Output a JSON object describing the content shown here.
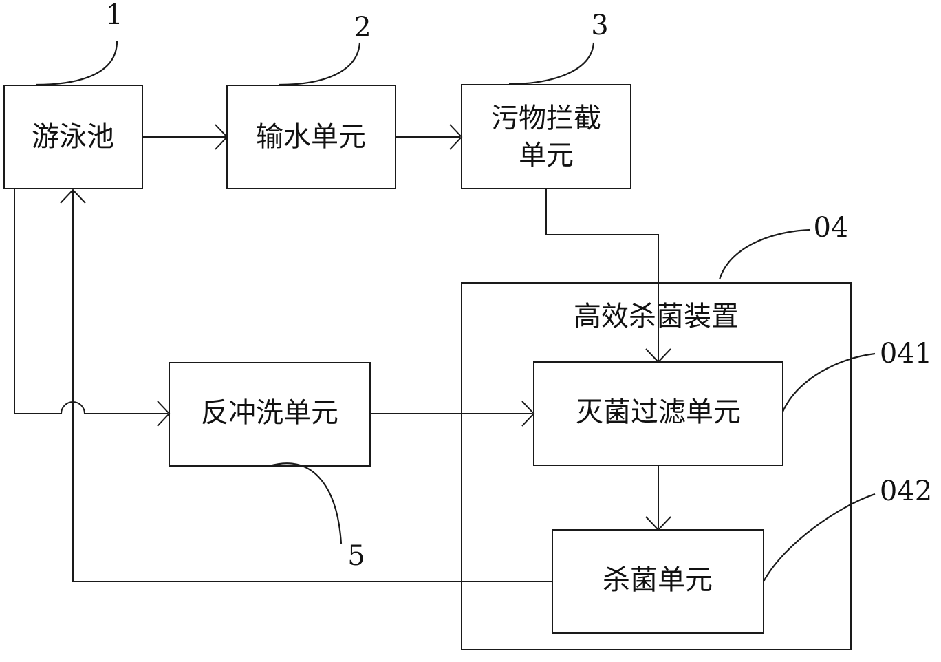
{
  "nodes": {
    "pool": "游泳池",
    "water_transfer": "输水单元",
    "debris_intercept_line1": "污物拦截",
    "debris_intercept_line2": "单元",
    "sterilizer_device": "高效杀菌装置",
    "sterilize_filter": "灭菌过滤单元",
    "sterilize": "杀菌单元",
    "backwash": "反冲洗单元"
  },
  "labels": {
    "ref_1": "1",
    "ref_2": "2",
    "ref_3": "3",
    "ref_04": "04",
    "ref_041": "041",
    "ref_042": "042",
    "ref_5": "5"
  },
  "edges": [
    {
      "from": "pool",
      "to": "water_transfer"
    },
    {
      "from": "water_transfer",
      "to": "debris_intercept"
    },
    {
      "from": "debris_intercept",
      "to": "sterilize_filter"
    },
    {
      "from": "pool",
      "to": "backwash"
    },
    {
      "from": "backwash",
      "to": "sterilize_filter"
    },
    {
      "from": "sterilize_filter",
      "to": "sterilize"
    },
    {
      "from": "sterilize",
      "to": "pool"
    }
  ]
}
